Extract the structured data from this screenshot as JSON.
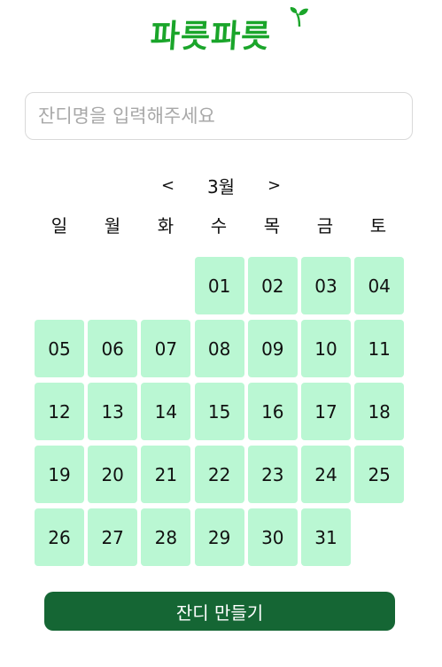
{
  "header": {
    "logo_text": "파릇파릇"
  },
  "search": {
    "placeholder": "잔디명을 입력해주세요",
    "value": ""
  },
  "calendar": {
    "month_label": "3월",
    "prev_label": "<",
    "next_label": ">",
    "weekdays": [
      "일",
      "월",
      "화",
      "수",
      "목",
      "금",
      "토"
    ],
    "start_weekday_index": 3,
    "days": [
      "01",
      "02",
      "03",
      "04",
      "05",
      "06",
      "07",
      "08",
      "09",
      "10",
      "11",
      "12",
      "13",
      "14",
      "15",
      "16",
      "17",
      "18",
      "19",
      "20",
      "21",
      "22",
      "23",
      "24",
      "25",
      "26",
      "27",
      "28",
      "29",
      "30",
      "31"
    ]
  },
  "actions": {
    "create_label": "잔디 만들기"
  },
  "colors": {
    "brand": "#1aa52a",
    "day_bg": "#baf7d3",
    "button_bg": "#156634"
  }
}
